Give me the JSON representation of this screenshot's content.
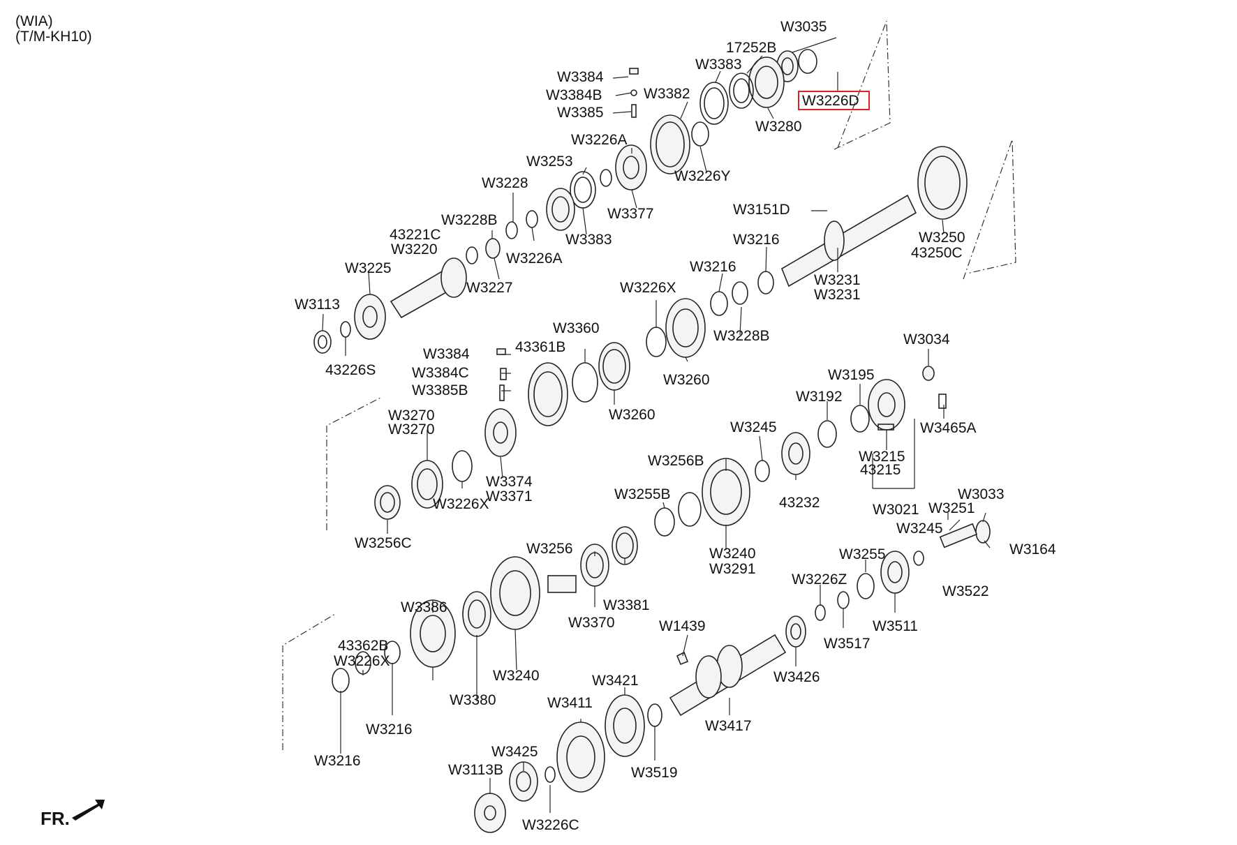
{
  "header": {
    "line1": "(WIA)",
    "line2": "(T/M-KH10)"
  },
  "footer": {
    "direction": "FR."
  },
  "highlighted": "W3226D",
  "labels": [
    {
      "id": "W3035",
      "text": "W3035"
    },
    {
      "id": "17252B",
      "text": "17252B"
    },
    {
      "id": "W3383a",
      "text": "W3383"
    },
    {
      "id": "W3384a",
      "text": "W3384"
    },
    {
      "id": "W3384B",
      "text": "W3384B"
    },
    {
      "id": "W3385",
      "text": "W3385"
    },
    {
      "id": "W3382",
      "text": "W3382"
    },
    {
      "id": "W3226D",
      "text": "W3226D"
    },
    {
      "id": "W3280",
      "text": "W3280"
    },
    {
      "id": "W3226A1",
      "text": "W3226A"
    },
    {
      "id": "W3226Y",
      "text": "W3226Y"
    },
    {
      "id": "W3253",
      "text": "W3253"
    },
    {
      "id": "W3228",
      "text": "W3228"
    },
    {
      "id": "W3377",
      "text": "W3377"
    },
    {
      "id": "W3228Ba",
      "text": "W3228B"
    },
    {
      "id": "W3383b",
      "text": "W3383"
    },
    {
      "id": "43221C",
      "text": "43221C"
    },
    {
      "id": "W3220",
      "text": "W3220"
    },
    {
      "id": "W3226A2",
      "text": "W3226A"
    },
    {
      "id": "W3225",
      "text": "W3225"
    },
    {
      "id": "W3227",
      "text": "W3227"
    },
    {
      "id": "W3113",
      "text": "W3113"
    },
    {
      "id": "43226S",
      "text": "43226S"
    },
    {
      "id": "W3151D",
      "text": "W3151D"
    },
    {
      "id": "W3216a",
      "text": "W3216"
    },
    {
      "id": "W3216b",
      "text": "W3216"
    },
    {
      "id": "W3250",
      "text": "W3250"
    },
    {
      "id": "43250C",
      "text": "43250C"
    },
    {
      "id": "W3231a",
      "text": "W3231"
    },
    {
      "id": "W3231b",
      "text": "W3231"
    },
    {
      "id": "W3226Xa",
      "text": "W3226X"
    },
    {
      "id": "W3228Bb",
      "text": "W3228B"
    },
    {
      "id": "W3360",
      "text": "W3360"
    },
    {
      "id": "43361B",
      "text": "43361B"
    },
    {
      "id": "W3384b",
      "text": "W3384"
    },
    {
      "id": "W3384C",
      "text": "W3384C"
    },
    {
      "id": "W3385B",
      "text": "W3385B"
    },
    {
      "id": "W3260a",
      "text": "W3260"
    },
    {
      "id": "W3260b",
      "text": "W3260"
    },
    {
      "id": "W3034",
      "text": "W3034"
    },
    {
      "id": "W3195",
      "text": "W3195"
    },
    {
      "id": "W3192",
      "text": "W3192"
    },
    {
      "id": "W3465A",
      "text": "W3465A"
    },
    {
      "id": "W3270a",
      "text": "W3270"
    },
    {
      "id": "W3270b",
      "text": "W3270"
    },
    {
      "id": "W3245a",
      "text": "W3245"
    },
    {
      "id": "W3215",
      "text": "W3215"
    },
    {
      "id": "43215",
      "text": "43215"
    },
    {
      "id": "W3374",
      "text": "W3374"
    },
    {
      "id": "W3371",
      "text": "W3371"
    },
    {
      "id": "W3226Xb",
      "text": "W3226X"
    },
    {
      "id": "W3256B",
      "text": "W3256B"
    },
    {
      "id": "43232",
      "text": "43232"
    },
    {
      "id": "W3021",
      "text": "W3021"
    },
    {
      "id": "W3251",
      "text": "W3251"
    },
    {
      "id": "W3033",
      "text": "W3033"
    },
    {
      "id": "W3255B",
      "text": "W3255B"
    },
    {
      "id": "W3256C",
      "text": "W3256C"
    },
    {
      "id": "W3245b",
      "text": "W3245"
    },
    {
      "id": "W3164",
      "text": "W3164"
    },
    {
      "id": "W3240a",
      "text": "W3240"
    },
    {
      "id": "W3291",
      "text": "W3291"
    },
    {
      "id": "W3256",
      "text": "W3256"
    },
    {
      "id": "W3255",
      "text": "W3255"
    },
    {
      "id": "W3522",
      "text": "W3522"
    },
    {
      "id": "W3226Z",
      "text": "W3226Z"
    },
    {
      "id": "W3381",
      "text": "W3381"
    },
    {
      "id": "W3370",
      "text": "W3370"
    },
    {
      "id": "W3386",
      "text": "W3386"
    },
    {
      "id": "W1439",
      "text": "W1439"
    },
    {
      "id": "W3511",
      "text": "W3511"
    },
    {
      "id": "W3517",
      "text": "W3517"
    },
    {
      "id": "43362B",
      "text": "43362B"
    },
    {
      "id": "W3226Xc",
      "text": "W3226X"
    },
    {
      "id": "W3240b",
      "text": "W3240"
    },
    {
      "id": "W3426",
      "text": "W3426"
    },
    {
      "id": "W3421",
      "text": "W3421"
    },
    {
      "id": "W3380",
      "text": "W3380"
    },
    {
      "id": "W3216c",
      "text": "W3216"
    },
    {
      "id": "W3411",
      "text": "W3411"
    },
    {
      "id": "W3417",
      "text": "W3417"
    },
    {
      "id": "W3425",
      "text": "W3425"
    },
    {
      "id": "W3216d",
      "text": "W3216"
    },
    {
      "id": "W3113B",
      "text": "W3113B"
    },
    {
      "id": "W3519",
      "text": "W3519"
    },
    {
      "id": "W3226C",
      "text": "W3226C"
    }
  ]
}
